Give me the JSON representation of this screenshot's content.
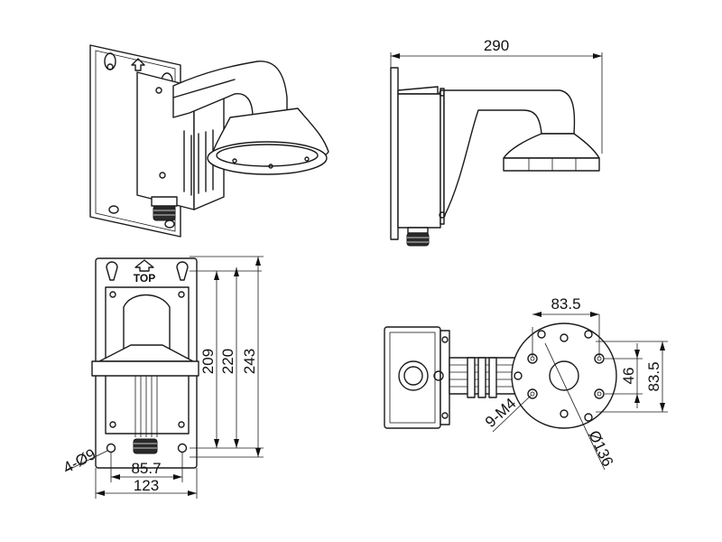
{
  "labels": {
    "side_width": "290",
    "front_width_bottom": "123",
    "hole_spacing": "85.7",
    "holes": "4-Ø9",
    "h209": "209",
    "h220": "220",
    "h243": "243",
    "top_mark": "TOP",
    "back_hole_spacing_h": "83.5",
    "back_hole_spacing_v": "83.5",
    "back_46": "46",
    "screws": "9-M4",
    "diameter": "Ø136"
  }
}
